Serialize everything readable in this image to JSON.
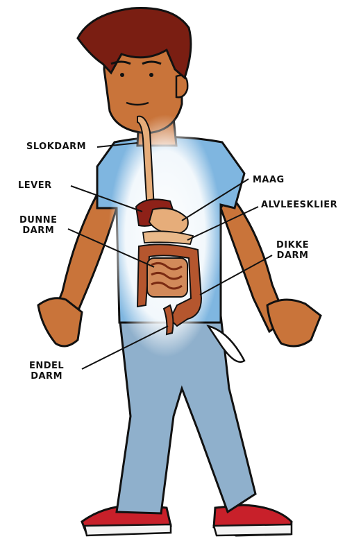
{
  "labels": {
    "slokdarm": "SLOKDARM",
    "lever": "LEVER",
    "dunne_darm": [
      "DUNNE",
      "DARM"
    ],
    "maag": "MAAG",
    "alvleesklier": "ALVLEESKLIER",
    "dikke_darm": [
      "DIKKE",
      "DARM"
    ],
    "endeldarm": [
      "ENDEL",
      "DARM"
    ]
  },
  "colors": {
    "skin": "#c9743a",
    "hair": "#7a1e12",
    "shirt": "#7fb6e0",
    "jeans": "#8fb0cc",
    "organ_intestine": "#b5562e",
    "liver": "#8e2118",
    "stomach": "#e6ad7a",
    "shoe": "#c8202a"
  }
}
